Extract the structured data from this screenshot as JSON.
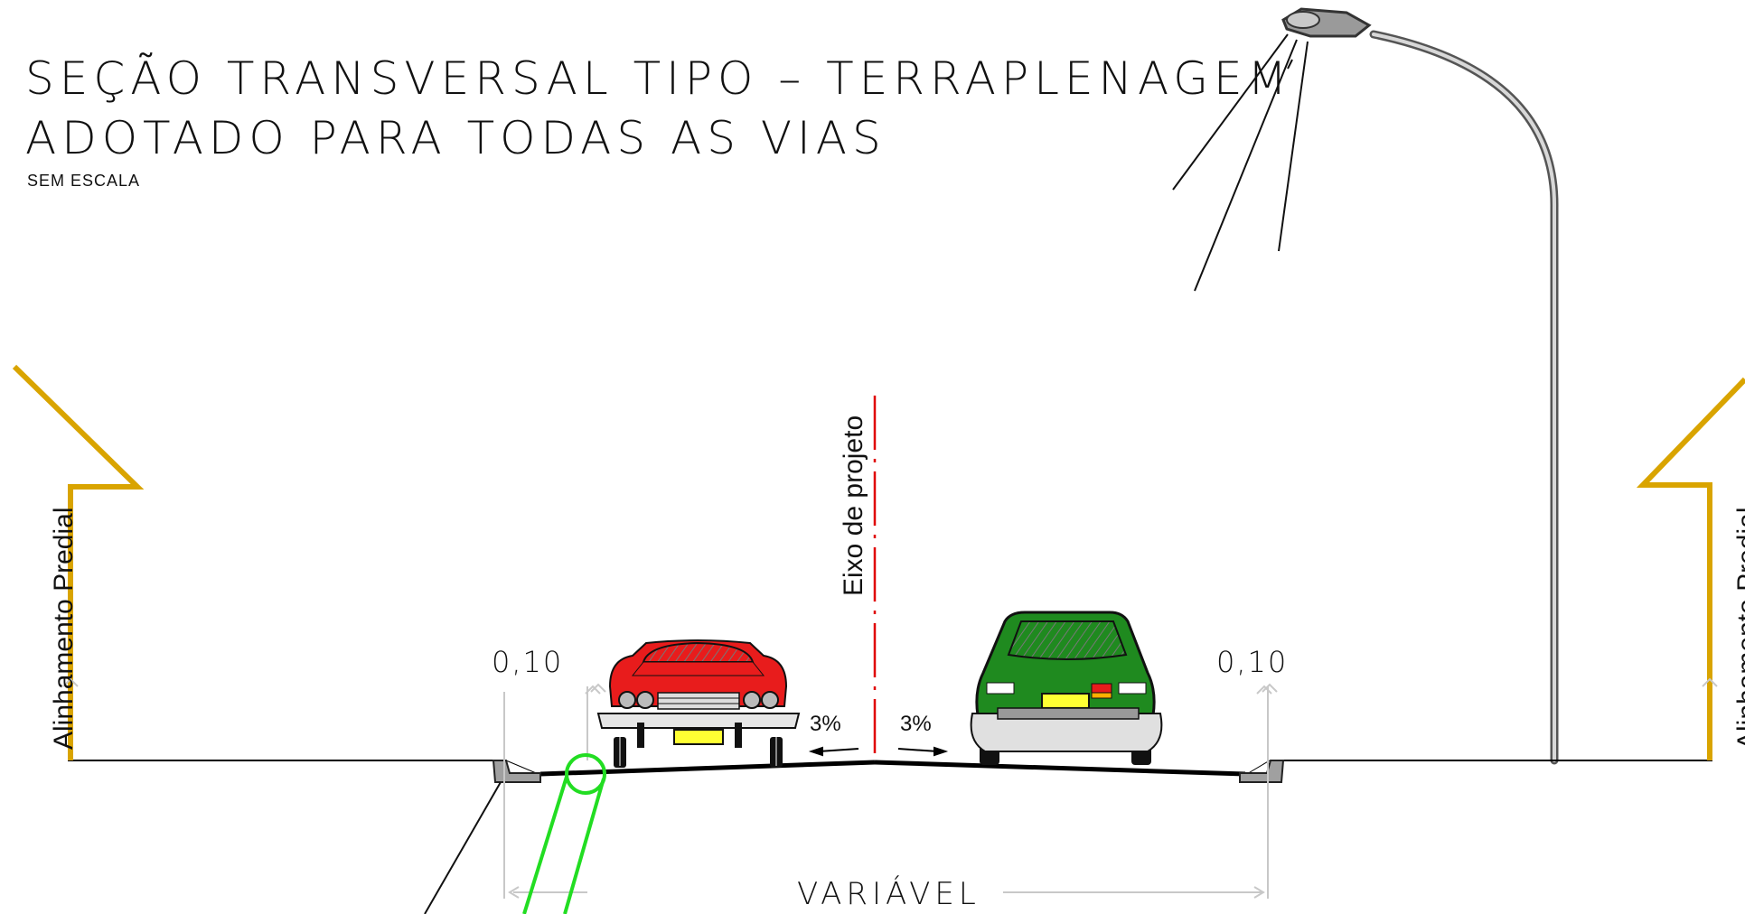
{
  "title": {
    "line1": "SEÇÃO TRANSVERSAL TIPO – TERRAPLENAGEM",
    "line2": "ADOTADO PARA TODAS AS VIAS",
    "scale_note": "SEM ESCALA"
  },
  "labels": {
    "property_line_left": "Alinhamento Predial",
    "property_line_right": "Alinhamento Predial",
    "centerline": "Eixo de projeto",
    "curb_left": "0,10",
    "curb_right": "0,10",
    "slope_left": "3%",
    "slope_right": "3%",
    "width": "VARIÁVEL"
  },
  "colors": {
    "property_line": "#d9a400",
    "centerline": "#e00000",
    "drain_pipe": "#22dd22",
    "car_left": "#e81c1c",
    "car_right": "#1f8a1f",
    "dimension_lines": "#c8c8c8",
    "plate": "#ffff33"
  }
}
